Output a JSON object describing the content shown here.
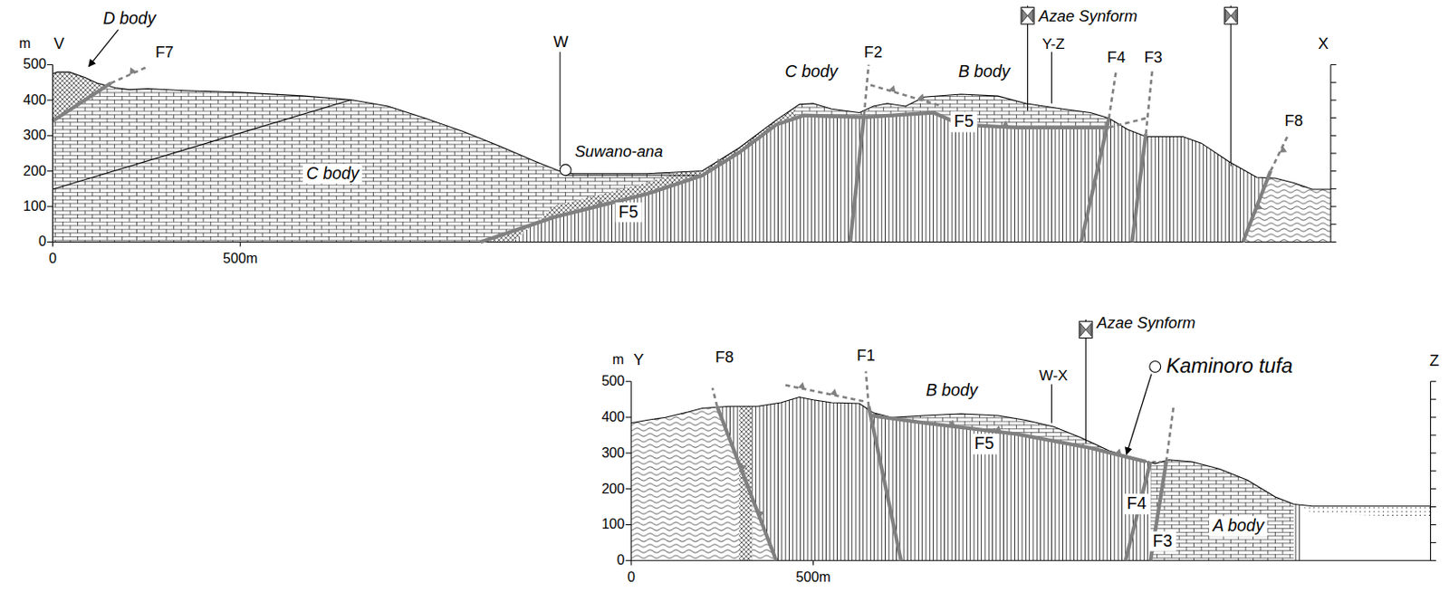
{
  "diagram": {
    "labels": [
      "m",
      "V",
      "D body",
      "F7",
      "W",
      "Azae Synform",
      "Y-Z",
      "X",
      "C body",
      "F2",
      "B body",
      "F4",
      "F3",
      "F8",
      "Suwano-ana",
      "C body",
      "F5",
      "F5",
      "500",
      "400",
      "300",
      "200",
      "100",
      "0",
      "0",
      "500m",
      "m",
      "Y",
      "F8",
      "F1",
      "B body",
      "W-X",
      "Azae Synform",
      "Kaminoro tufa",
      "Z",
      "F5",
      "F4",
      "F3",
      "A body",
      "500",
      "400",
      "300",
      "200",
      "100",
      "0",
      "0",
      "500m"
    ]
  }
}
